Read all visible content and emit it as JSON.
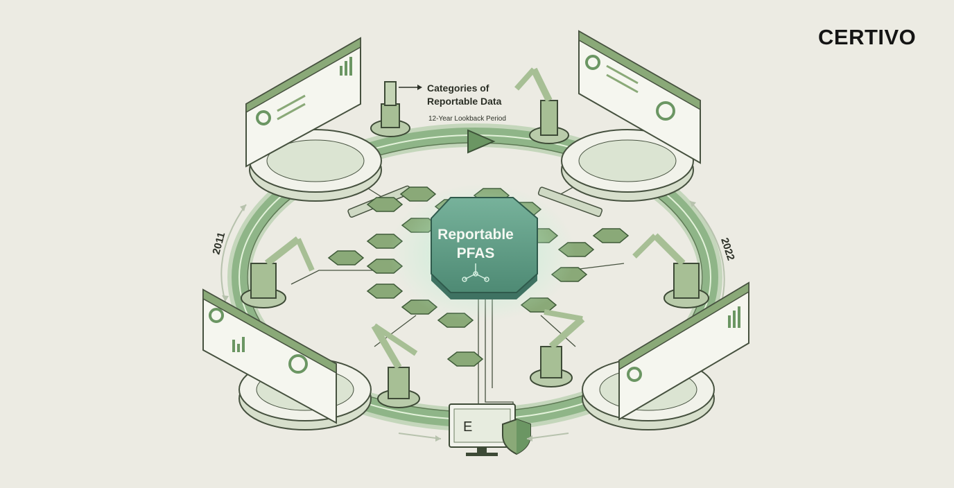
{
  "brand": {
    "name": "CERTIVO"
  },
  "diagram": {
    "hub": {
      "line1": "Reportable",
      "line2": "PFAS"
    },
    "callout": {
      "title_line1": "Categories of",
      "title_line2": "Reportable Data",
      "subtitle": "12-Year Lookback Period"
    },
    "years": {
      "start": "2011",
      "end": "2022"
    }
  },
  "colors": {
    "background": "#ecebe3",
    "ring": "#8fb588",
    "hexagon": "#8aa978",
    "hub": "#5f9a84",
    "line": "#46513f"
  },
  "icons": [
    "robot-arm-icon",
    "dashboard-monitor-icon",
    "computer-icon",
    "shield-icon",
    "arrow-icon"
  ]
}
